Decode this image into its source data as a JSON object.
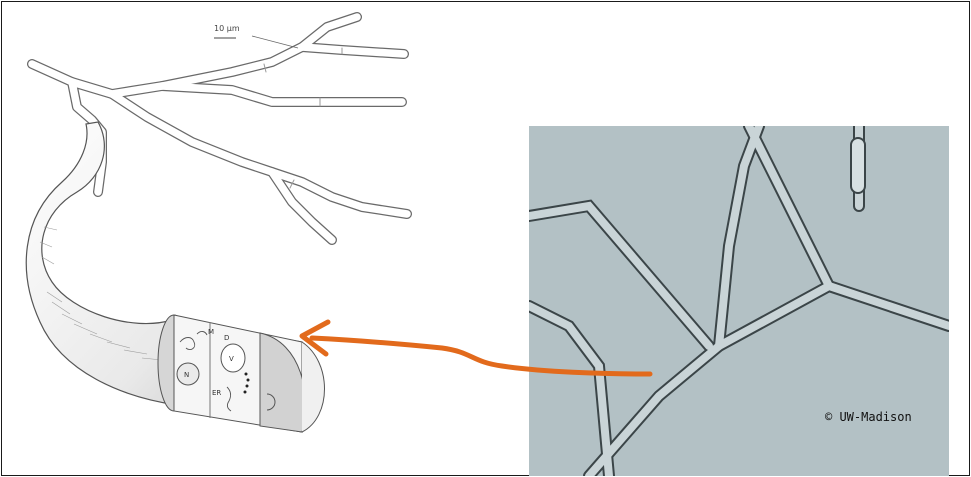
{
  "scale_bar": {
    "label": "10 µm"
  },
  "organelles": {
    "m": "M",
    "d": "D",
    "v": "V",
    "n": "N",
    "er": "ER"
  },
  "photo": {
    "credit": "UW-Madison"
  },
  "colors": {
    "arrow": "#e26a1c",
    "border": "#1a1a1a",
    "photo_bg": "#aebcc0"
  }
}
